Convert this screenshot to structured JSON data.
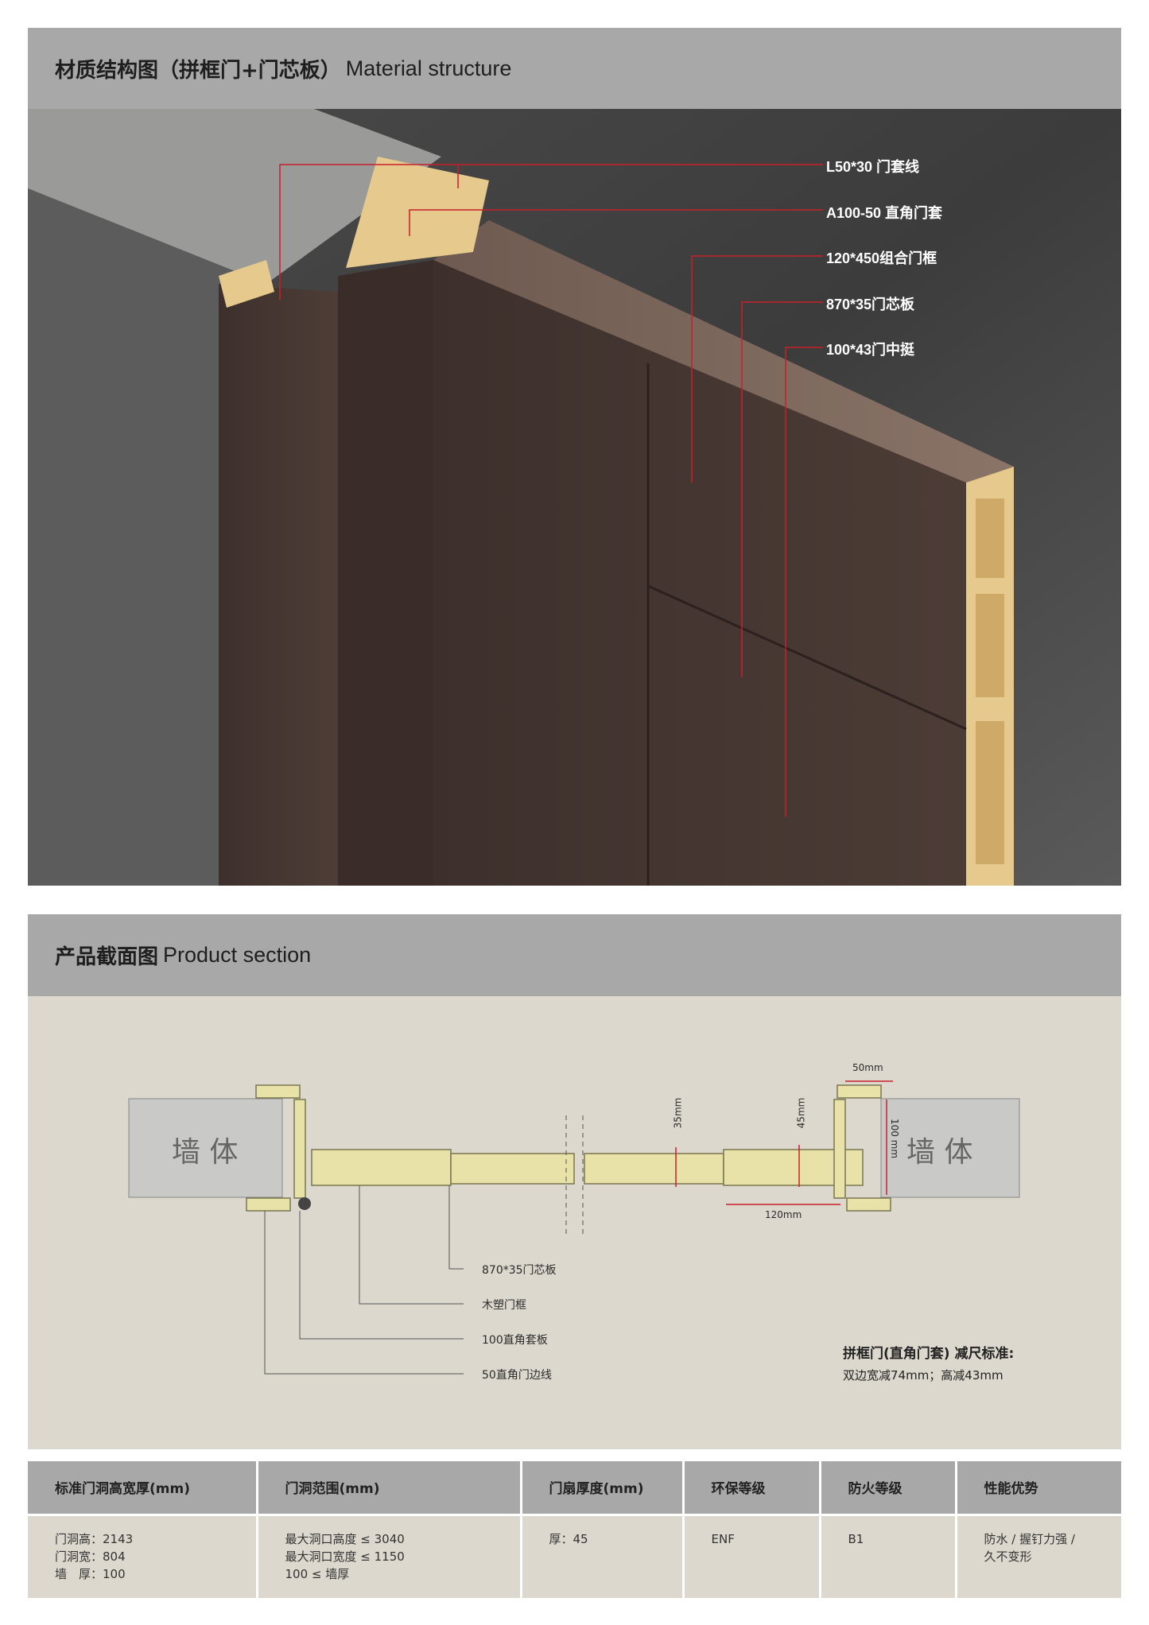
{
  "structure_header": {
    "title_cn": "材质结构图（拼框门+门芯板）",
    "title_en": "Material structure"
  },
  "structure_labels": [
    "L50*30 门套线",
    "A100-50 直角门套",
    "120*450组合门框",
    "870*35门芯板",
    "100*43门中挺"
  ],
  "section_header": {
    "title_cn": "产品截面图",
    "title_en": "Product section"
  },
  "section": {
    "wall_label": "墙 体",
    "dims": {
      "top": "50mm",
      "left_thk": "35mm",
      "right_thk": "45mm",
      "depth": "100 mm",
      "frame": "120mm"
    },
    "leaders": [
      "870*35门芯板",
      "木塑门框",
      "100直角套板",
      "50直角门边线"
    ],
    "note_title": "拼框门(直角门套) 减尺标准:",
    "note_body": "双边宽减74mm；高减43mm"
  },
  "colors": {
    "header": "#a8a8a8",
    "panel": "#dcd8ce",
    "accent": "#c8202a",
    "core": "#e8e2a8"
  },
  "table": {
    "headers": [
      "标准门洞高宽厚(mm)",
      "门洞范围(mm)",
      "门扇厚度(mm)",
      "环保等级",
      "防火等级",
      "性能优势"
    ],
    "cells": [
      [
        "门洞高：2143",
        "门洞宽：804",
        "墙　厚：100"
      ],
      [
        "最大洞口高度 ≤ 3040",
        "最大洞口宽度 ≤ 1150",
        "100 ≤ 墙厚"
      ],
      [
        "厚：45"
      ],
      [
        "ENF"
      ],
      [
        "B1"
      ],
      [
        "防水 / 握钉力强 /",
        "久不变形"
      ]
    ]
  }
}
